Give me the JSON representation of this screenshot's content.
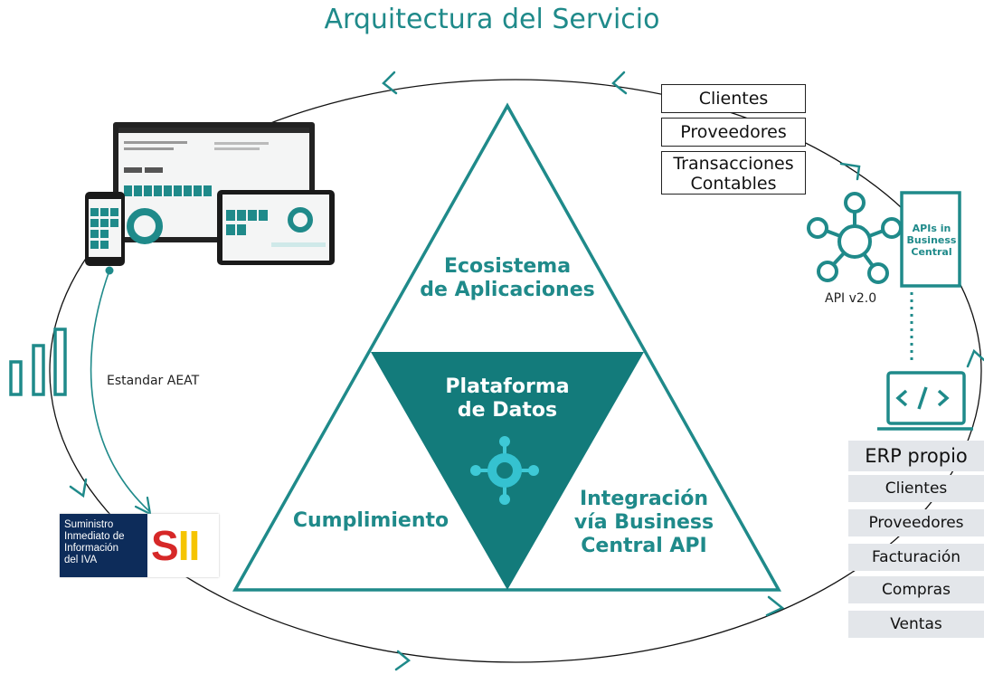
{
  "title": "Arquitectura del Servicio",
  "triangle": {
    "top": [
      "Ecosistema",
      "de Aplicaciones"
    ],
    "center": [
      "Plataforma",
      "de Datos"
    ],
    "left": "Cumplimiento",
    "right": [
      "Integración",
      "vía Business",
      "Central API"
    ]
  },
  "api_boxes": [
    "Clientes",
    "Proveedores",
    "Transacciones",
    "Contables"
  ],
  "api_doc": [
    "APIs in",
    "Business",
    "Central"
  ],
  "api_version": "API v2.0",
  "erp": {
    "title": "ERP propio",
    "items": [
      "Clientes",
      "Proveedores",
      "Facturación",
      "Compras",
      "Ventas"
    ]
  },
  "aeat_label": "Estandar AEAT",
  "sii": {
    "text": [
      "Suministro",
      "Inmediato de",
      "Información",
      "del IVA"
    ],
    "logo": "SII"
  },
  "colors": {
    "teal": "#1f8a8a",
    "dark_teal": "#137b7b",
    "navy": "#0d2c5a",
    "red": "#d62828",
    "yellow": "#f5c400"
  },
  "icons": [
    "bar-chart-icon",
    "network-icon",
    "code-laptop-icon",
    "business-central-icon",
    "devices-illustration"
  ]
}
